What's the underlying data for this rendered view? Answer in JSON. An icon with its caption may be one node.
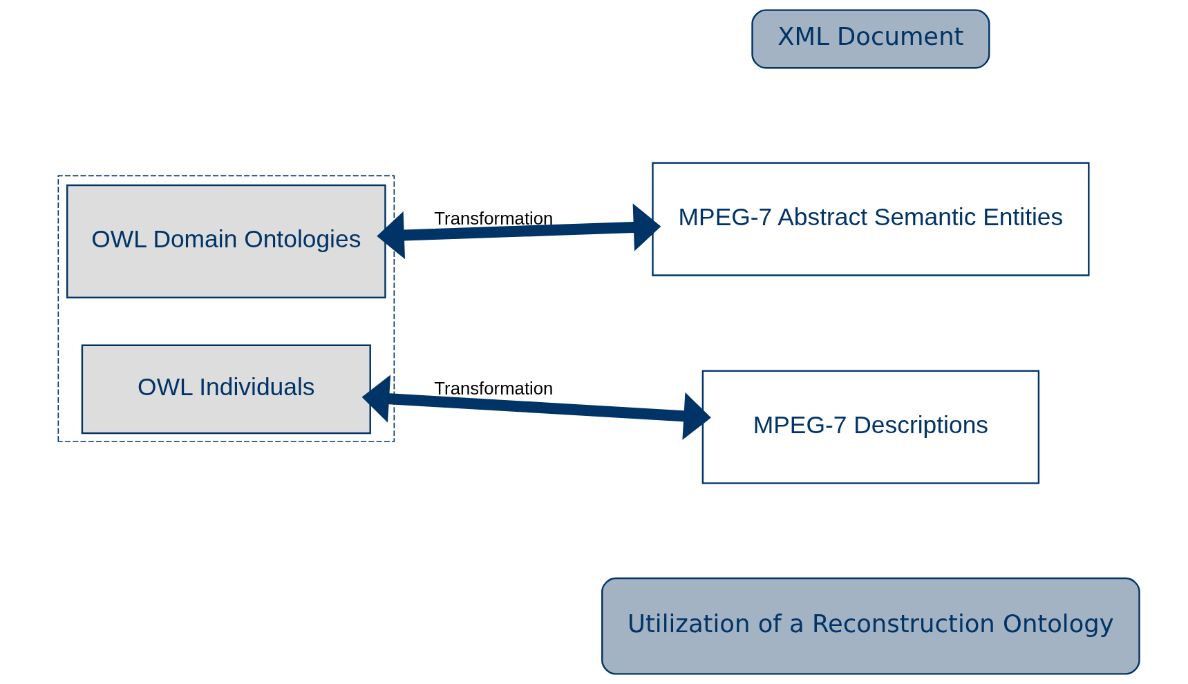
{
  "diagram": {
    "nodes": [
      {
        "text": [],
        "shape": "box"
      },
      {
        "text": [
          "OWL Domain Ontologies"
        ],
        "in": 0
      },
      {
        "text": [
          "OWL Individuals"
        ],
        "in": 0
      },
      {
        "text": [
          "MPEG-7 Abstract Semantic Entities"
        ]
      },
      {
        "text": [
          "MPEG-7 Descriptions"
        ]
      },
      {
        "text": [
          "XML Document"
        ]
      },
      {
        "text": [
          "Utilization of a Reconstruction Ontology"
        ]
      }
    ],
    "edges": [
      {
        "from": 1,
        "to": 3,
        "arrow": "both",
        "label": "Transformation"
      },
      {
        "from": 2,
        "to": 4,
        "arrow": "both",
        "label": "Transformation"
      }
    ]
  }
}
